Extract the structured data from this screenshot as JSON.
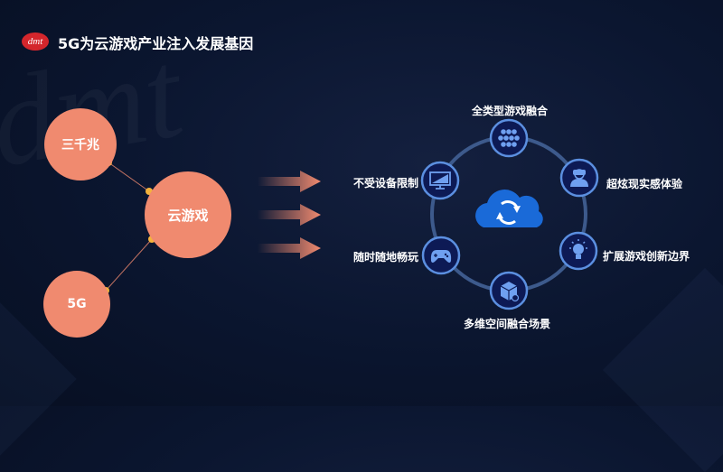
{
  "header": {
    "logo_text": "dmt",
    "title": "5G为云游戏产业注入发展基因"
  },
  "left_nodes": {
    "top": "三千兆",
    "center": "云游戏",
    "bottom": "5G"
  },
  "ring": {
    "center_icon": "cloud-sync-icon",
    "items": [
      {
        "label": "全类型游戏融合",
        "icon": "hexagon-grid-icon"
      },
      {
        "label": "超炫现实感体验",
        "icon": "vr-user-icon"
      },
      {
        "label": "扩展游戏创新边界",
        "icon": "lightbulb-icon"
      },
      {
        "label": "多维空间融合场景",
        "icon": "box-icon"
      },
      {
        "label": "随时随地畅玩",
        "icon": "gamepad-icon"
      },
      {
        "label": "不受设备限制",
        "icon": "monitor-icon"
      }
    ]
  },
  "colors": {
    "node": "#f08a6f",
    "ring": "#3d5a8c",
    "icon_bg": "#0d1a55",
    "icon_border": "#5b8fe0",
    "cloud": "#1a6ad8"
  }
}
